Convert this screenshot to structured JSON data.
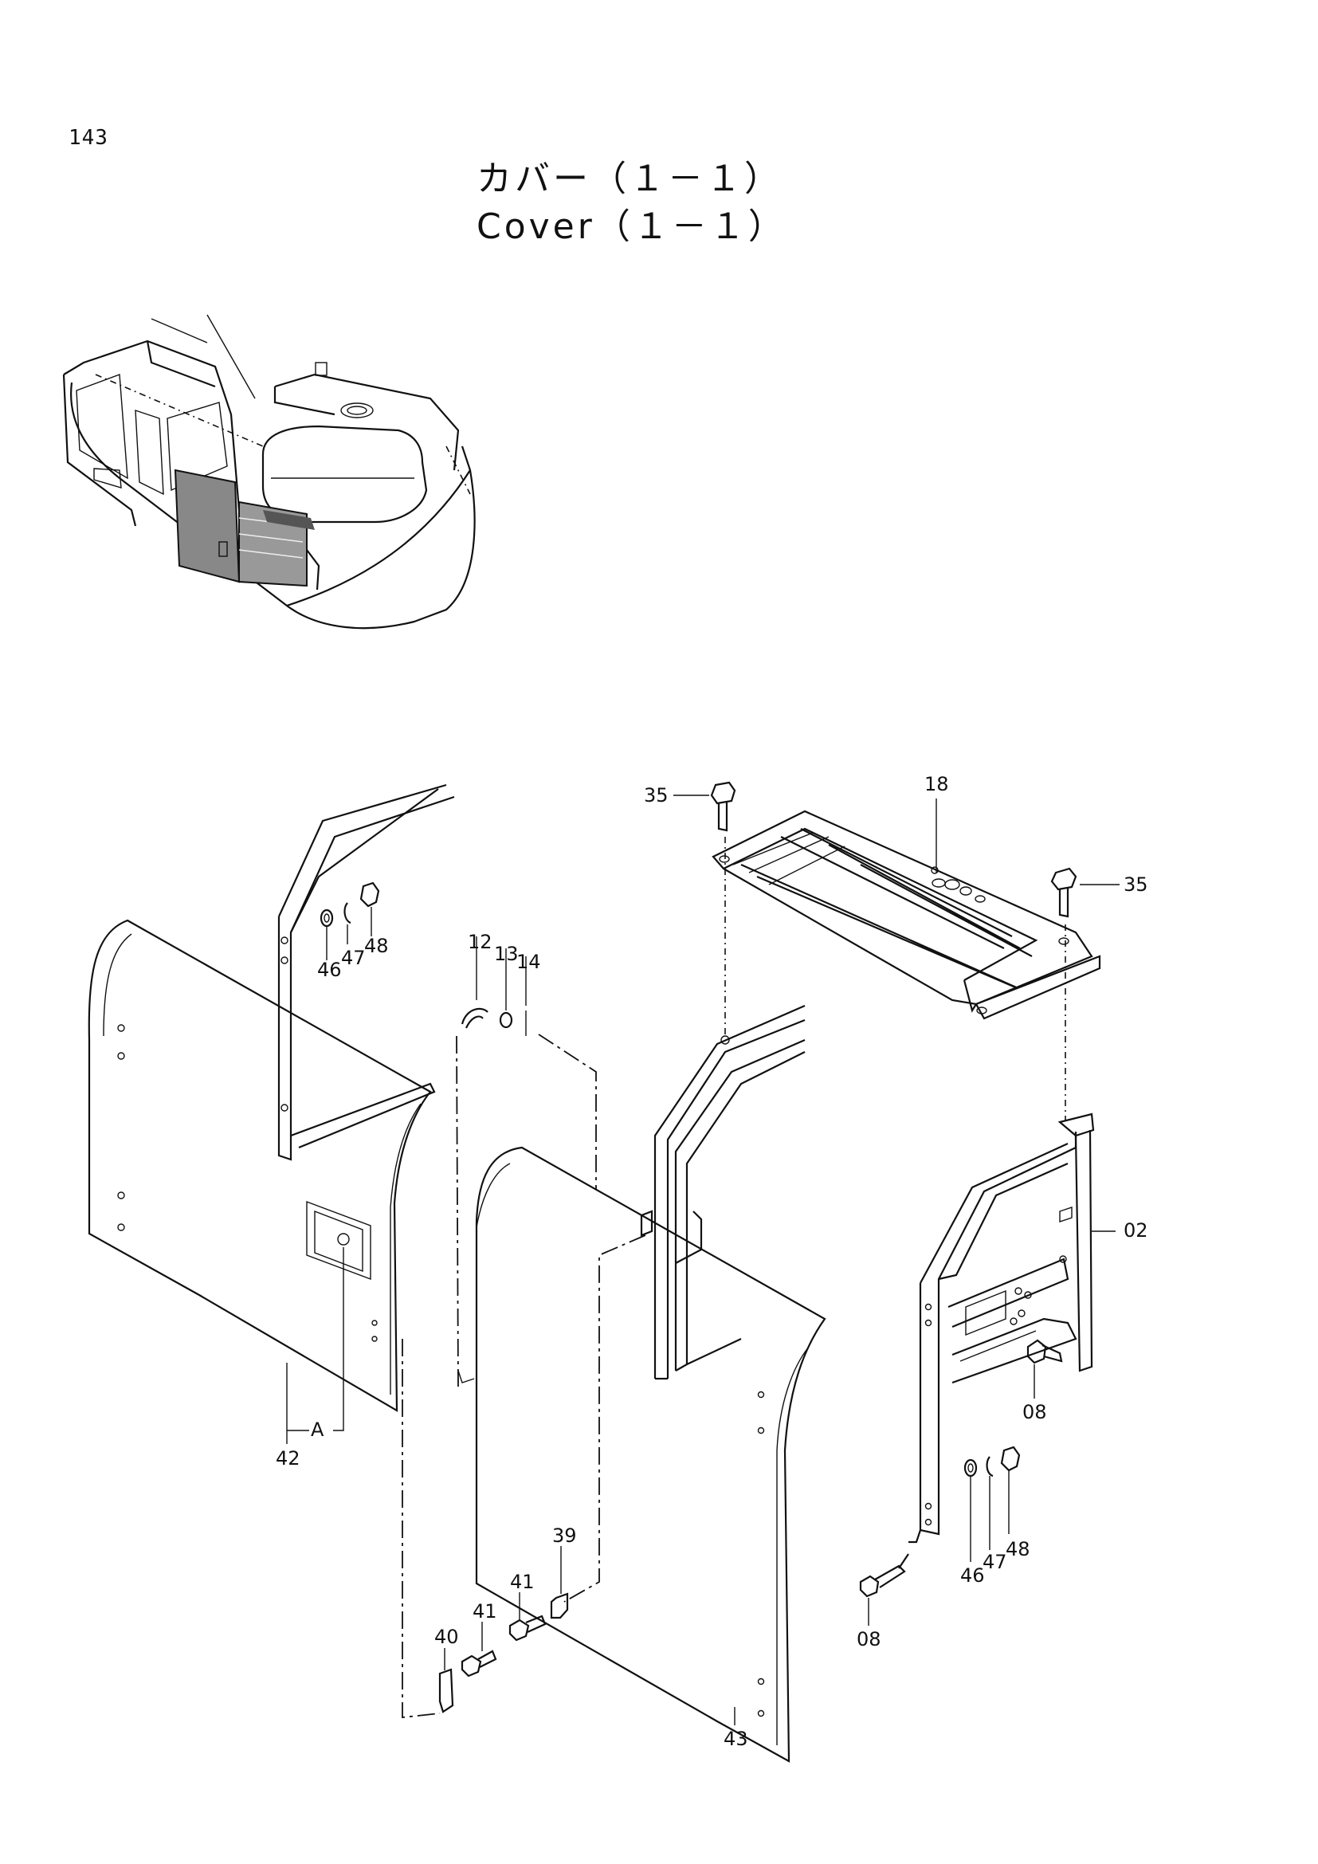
{
  "page_number": "143",
  "title_ja": "カバー（１－１）",
  "title_en": "Cover（１－１）",
  "callouts": {
    "c35a": "35",
    "c35b": "35",
    "c18": "18",
    "c12": "12",
    "c13": "13",
    "c14": "14",
    "c46a": "46",
    "c47a": "47",
    "c48a": "48",
    "c02": "02",
    "c08a": "08",
    "c08b": "08",
    "c42": "42",
    "cA": "A",
    "c46b": "46",
    "c47b": "47",
    "c48b": "48",
    "c43": "43",
    "c39": "39",
    "c41a": "41",
    "c41b": "41",
    "c40": "40"
  }
}
